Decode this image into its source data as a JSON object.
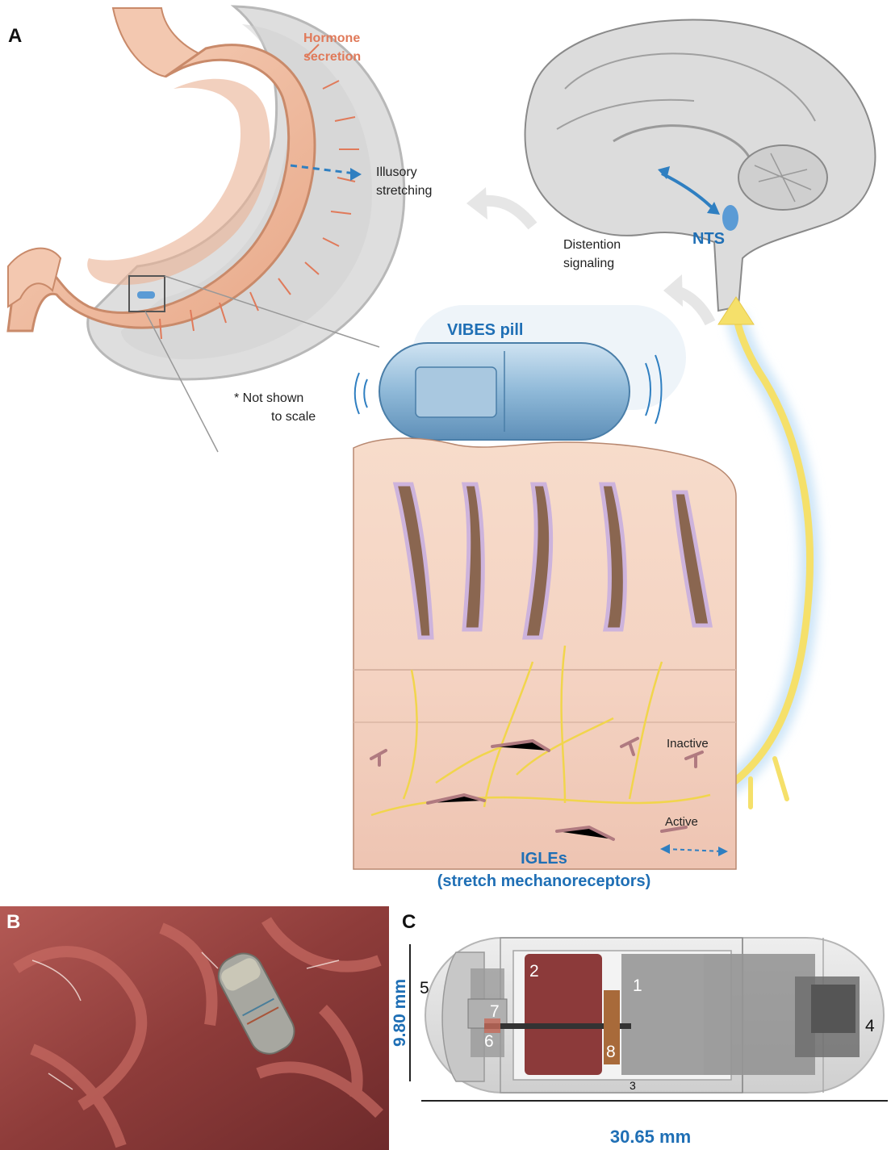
{
  "panel_a": {
    "letter": "A",
    "hormone_line1": "Hormone",
    "hormone_line2": "secretion",
    "illusory_line1": "Illusory",
    "illusory_line2": "stretching",
    "distention_line1": "Distention",
    "distention_line2": "signaling",
    "nts": "NTS",
    "vibes_pill": "VIBES pill",
    "scale_note_line1": "* Not shown",
    "scale_note_line2": "to scale",
    "inactive": "Inactive",
    "active": "Active",
    "igles": "IGLEs",
    "igles_sub": "(stretch mechanoreceptors)"
  },
  "panel_b": {
    "letter": "B"
  },
  "panel_c": {
    "letter": "C",
    "dim_height": "9.80 mm",
    "dim_length": "30.65 mm",
    "components": [
      "1",
      "2",
      "3",
      "4",
      "5",
      "6",
      "7",
      "8"
    ]
  },
  "colors": {
    "blue_label": "#1f6fb5",
    "hormone_orange": "#e07a5a",
    "nerve_yellow": "#f5e06a",
    "stomach": "#f1b99a",
    "capsule_blue": "#8fb9d8",
    "motor_red": "#8c3a3a"
  }
}
